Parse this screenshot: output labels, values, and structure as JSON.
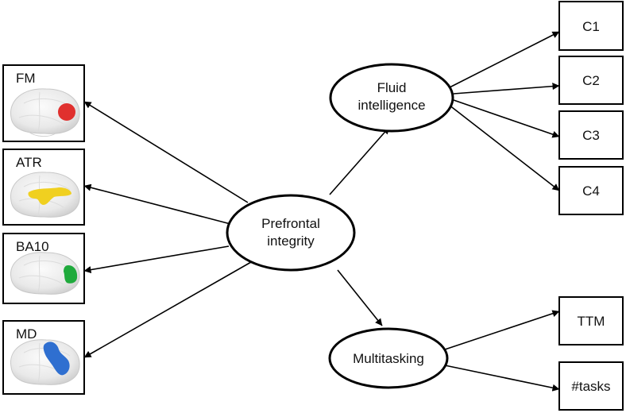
{
  "diagram": {
    "center": {
      "line1": "Prefrontal",
      "line2": "integrity"
    },
    "fluid": {
      "line1": "Fluid",
      "line2": "intelligence"
    },
    "multitasking": {
      "label": "Multitasking"
    },
    "brain_regions": [
      {
        "label": "FM",
        "highlight_color": "#e0302e"
      },
      {
        "label": "ATR",
        "highlight_color": "#f0d020"
      },
      {
        "label": "BA10",
        "highlight_color": "#1faa3c"
      },
      {
        "label": "MD",
        "highlight_color": "#2f6fd0"
      }
    ],
    "fluid_indicators": [
      "C1",
      "C2",
      "C3",
      "C4"
    ],
    "multitasking_indicators": [
      "TTM",
      "#tasks"
    ]
  }
}
